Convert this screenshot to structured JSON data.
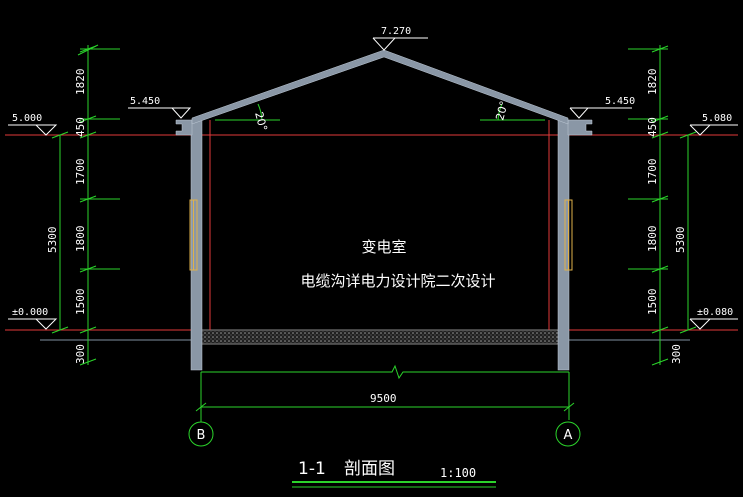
{
  "elevations": {
    "ridge": "7.270",
    "eave_left": "5.450",
    "eave_right": "5.450",
    "top_left": "5.000",
    "top_right": "5.080",
    "ground_left": "±0.000",
    "ground_right": "±0.080"
  },
  "roof_angle_left": "20°",
  "roof_angle_right": "20°",
  "dims_left": [
    "1820",
    "450",
    "1700",
    "1800",
    "1500",
    "300"
  ],
  "dims_right": [
    "1820",
    "450",
    "1700",
    "1800",
    "1500",
    "300"
  ],
  "overall_left": "5300",
  "overall_right": "5300",
  "span": "9500",
  "axis_left": "B",
  "axis_right": "A",
  "room_name": "变电室",
  "watermark": "电缆沟详电力设计院二次设计",
  "section_title": "1-1",
  "section_name": "剖面图",
  "scale": "1:100"
}
